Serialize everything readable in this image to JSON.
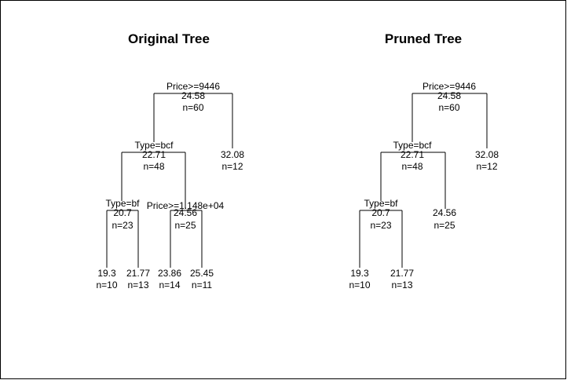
{
  "trees": [
    {
      "title": "Original Tree",
      "nodes": [
        {
          "id": "root",
          "split": "Price>=9446",
          "value": "24.58",
          "n": "n=60"
        },
        {
          "id": "L",
          "split": "Type=bcf",
          "value": "22.71",
          "n": "n=48"
        },
        {
          "id": "R",
          "split": "",
          "value": "32.08",
          "n": "n=12"
        },
        {
          "id": "LL",
          "split": "Type=bf",
          "value": "20.7",
          "n": "n=23"
        },
        {
          "id": "LR",
          "split": "Price>=1.148e+04",
          "value": "24.56",
          "n": "n=25"
        },
        {
          "id": "LLL",
          "split": "",
          "value": "19.3",
          "n": "n=10"
        },
        {
          "id": "LLR",
          "split": "",
          "value": "21.77",
          "n": "n=13"
        },
        {
          "id": "LRL",
          "split": "",
          "value": "23.86",
          "n": "n=14"
        },
        {
          "id": "LRR",
          "split": "",
          "value": "25.45",
          "n": "n=11"
        }
      ]
    },
    {
      "title": "Pruned Tree",
      "nodes": [
        {
          "id": "root",
          "split": "Price>=9446",
          "value": "24.58",
          "n": "n=60"
        },
        {
          "id": "L",
          "split": "Type=bcf",
          "value": "22.71",
          "n": "n=48"
        },
        {
          "id": "R",
          "split": "",
          "value": "32.08",
          "n": "n=12"
        },
        {
          "id": "LL",
          "split": "Type=bf",
          "value": "20.7",
          "n": "n=23"
        },
        {
          "id": "LR",
          "split": "",
          "value": "24.56",
          "n": "n=25"
        },
        {
          "id": "LLL",
          "split": "",
          "value": "19.3",
          "n": "n=10"
        },
        {
          "id": "LLR",
          "split": "",
          "value": "21.77",
          "n": "n=13"
        }
      ]
    }
  ]
}
